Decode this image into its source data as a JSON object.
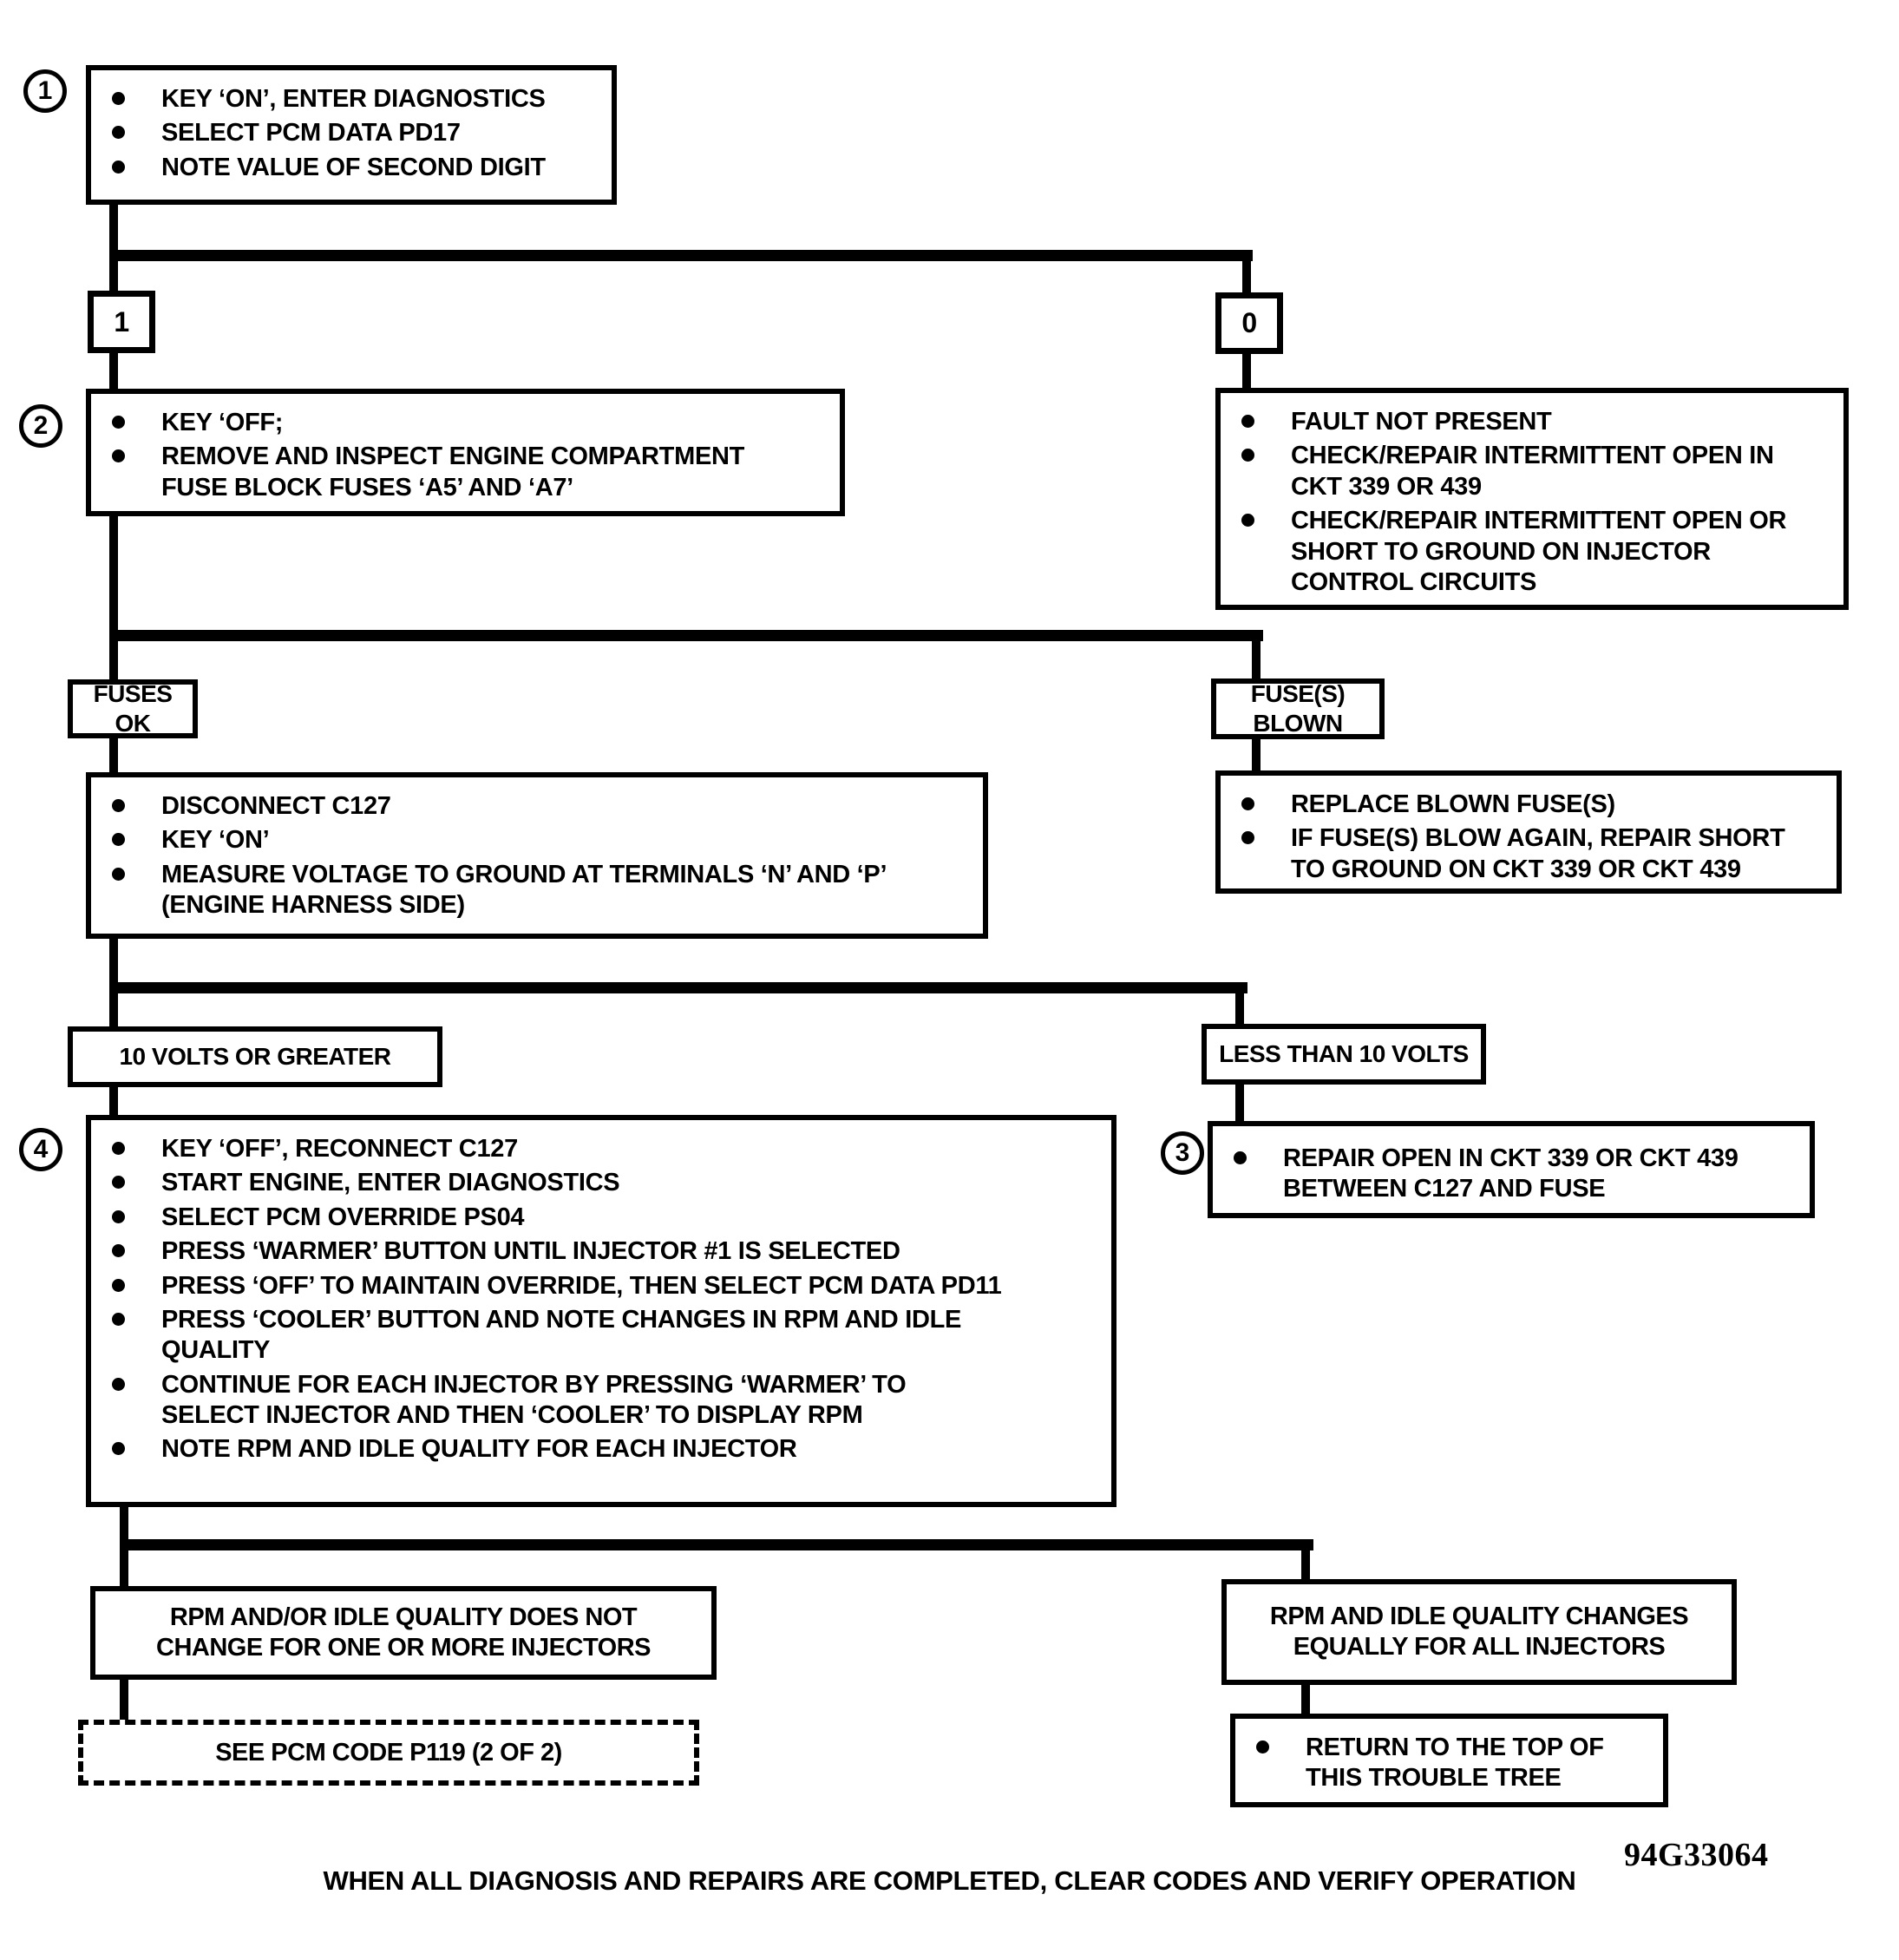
{
  "figure": {
    "figure_id": "94G33064",
    "footer_note": "WHEN ALL DIAGNOSIS AND REPAIRS ARE COMPLETED, CLEAR CODES AND VERIFY OPERATION"
  },
  "colors": {
    "ink": "#000000",
    "paper": "#ffffff"
  },
  "nodes": {
    "step1": {
      "badge": "1",
      "bullets": [
        "KEY ‘ON’, ENTER DIAGNOSTICS",
        "SELECT PCM DATA PD17",
        "NOTE VALUE OF SECOND DIGIT"
      ]
    },
    "branch_one": {
      "label": "1"
    },
    "branch_zero": {
      "label": "0"
    },
    "step2": {
      "badge": "2",
      "bullets": [
        "KEY ‘OFF;",
        "REMOVE AND INSPECT ENGINE COMPARTMENT\nFUSE BLOCK FUSES ‘A5’ AND ‘A7’"
      ]
    },
    "fault_not_present": {
      "bullets": [
        "FAULT NOT PRESENT",
        "CHECK/REPAIR INTERMITTENT OPEN IN\nCKT 339 OR 439",
        "CHECK/REPAIR INTERMITTENT OPEN OR\nSHORT TO GROUND ON INJECTOR\nCONTROL CIRCUITS"
      ]
    },
    "fuses_ok": {
      "label": "FUSES OK"
    },
    "fuses_blown": {
      "label": "FUSE(S) BLOWN"
    },
    "measure_voltage": {
      "bullets": [
        "DISCONNECT C127",
        "KEY ‘ON’",
        "MEASURE VOLTAGE TO GROUND AT TERMINALS ‘N’ AND ‘P’\n(ENGINE HARNESS SIDE)"
      ]
    },
    "replace_fuses": {
      "bullets": [
        "REPLACE BLOWN FUSE(S)",
        "IF FUSE(S) BLOW AGAIN, REPAIR SHORT\nTO GROUND ON CKT 339 OR CKT 439"
      ]
    },
    "volts_ge": {
      "label": "10 VOLTS OR GREATER"
    },
    "volts_lt": {
      "label": "LESS THAN 10 VOLTS"
    },
    "step4": {
      "badge": "4",
      "bullets": [
        "KEY ‘OFF’, RECONNECT C127",
        "START ENGINE, ENTER DIAGNOSTICS",
        "SELECT PCM OVERRIDE PS04",
        "PRESS ‘WARMER’ BUTTON UNTIL INJECTOR #1 IS SELECTED",
        "PRESS ‘OFF’ TO MAINTAIN OVERRIDE, THEN SELECT PCM DATA PD11",
        "PRESS ‘COOLER’ BUTTON AND NOTE CHANGES IN RPM AND IDLE\nQUALITY",
        "CONTINUE FOR EACH INJECTOR BY PRESSING ‘WARMER’ TO\nSELECT INJECTOR AND THEN ‘COOLER’ TO DISPLAY RPM",
        "NOTE RPM AND IDLE QUALITY FOR EACH INJECTOR"
      ]
    },
    "step3": {
      "badge": "3",
      "bullets": [
        "REPAIR OPEN IN CKT 339 OR CKT 439\nBETWEEN C127 AND FUSE"
      ]
    },
    "rpm_no_change": {
      "label": "RPM AND/OR IDLE QUALITY DOES NOT\nCHANGE FOR ONE OR MORE INJECTORS"
    },
    "rpm_changes_equally": {
      "label": "RPM AND IDLE QUALITY CHANGES\nEQUALLY FOR ALL INJECTORS"
    },
    "see_pcm_code": {
      "label": "SEE PCM CODE P119 (2 OF 2)"
    },
    "return_top": {
      "bullets": [
        "RETURN TO THE TOP OF\nTHIS TROUBLE TREE"
      ]
    }
  }
}
